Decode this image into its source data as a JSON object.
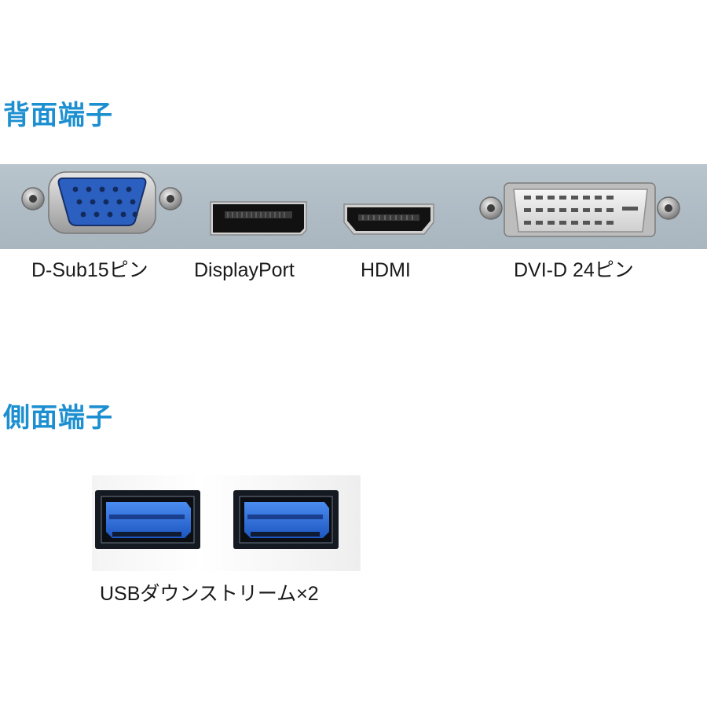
{
  "sections": {
    "rear": {
      "title": "背面端子",
      "ports": [
        {
          "label": "D-Sub15ピン",
          "icon": "vga-port-icon"
        },
        {
          "label": "DisplayPort",
          "icon": "displayport-icon"
        },
        {
          "label": "HDMI",
          "icon": "hdmi-port-icon"
        },
        {
          "label": "DVI-D 24ピン",
          "icon": "dvi-port-icon"
        }
      ]
    },
    "side": {
      "title": "側面端子",
      "ports": [
        {
          "label": "USBダウンストリーム×2",
          "icon": "usb-port-icon"
        }
      ]
    }
  },
  "colors": {
    "title": "#1c8fd0",
    "rear_panel": "#b2bec7",
    "usb_blue": "#2f6fd6"
  }
}
